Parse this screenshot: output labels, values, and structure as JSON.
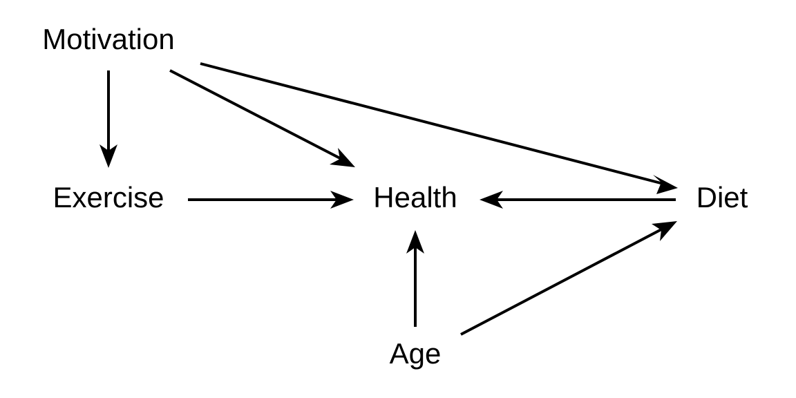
{
  "diagram": {
    "type": "directed-acyclic-graph",
    "nodes": {
      "motivation": {
        "label": "Motivation"
      },
      "exercise": {
        "label": "Exercise"
      },
      "health": {
        "label": "Health"
      },
      "diet": {
        "label": "Diet"
      },
      "age": {
        "label": "Age"
      }
    },
    "edges": [
      {
        "from": "motivation",
        "to": "exercise"
      },
      {
        "from": "motivation",
        "to": "health"
      },
      {
        "from": "motivation",
        "to": "diet"
      },
      {
        "from": "exercise",
        "to": "health"
      },
      {
        "from": "diet",
        "to": "health"
      },
      {
        "from": "age",
        "to": "health"
      },
      {
        "from": "age",
        "to": "diet"
      }
    ],
    "colors": {
      "stroke": "#000000",
      "text": "#000000",
      "background": "#ffffff"
    }
  }
}
